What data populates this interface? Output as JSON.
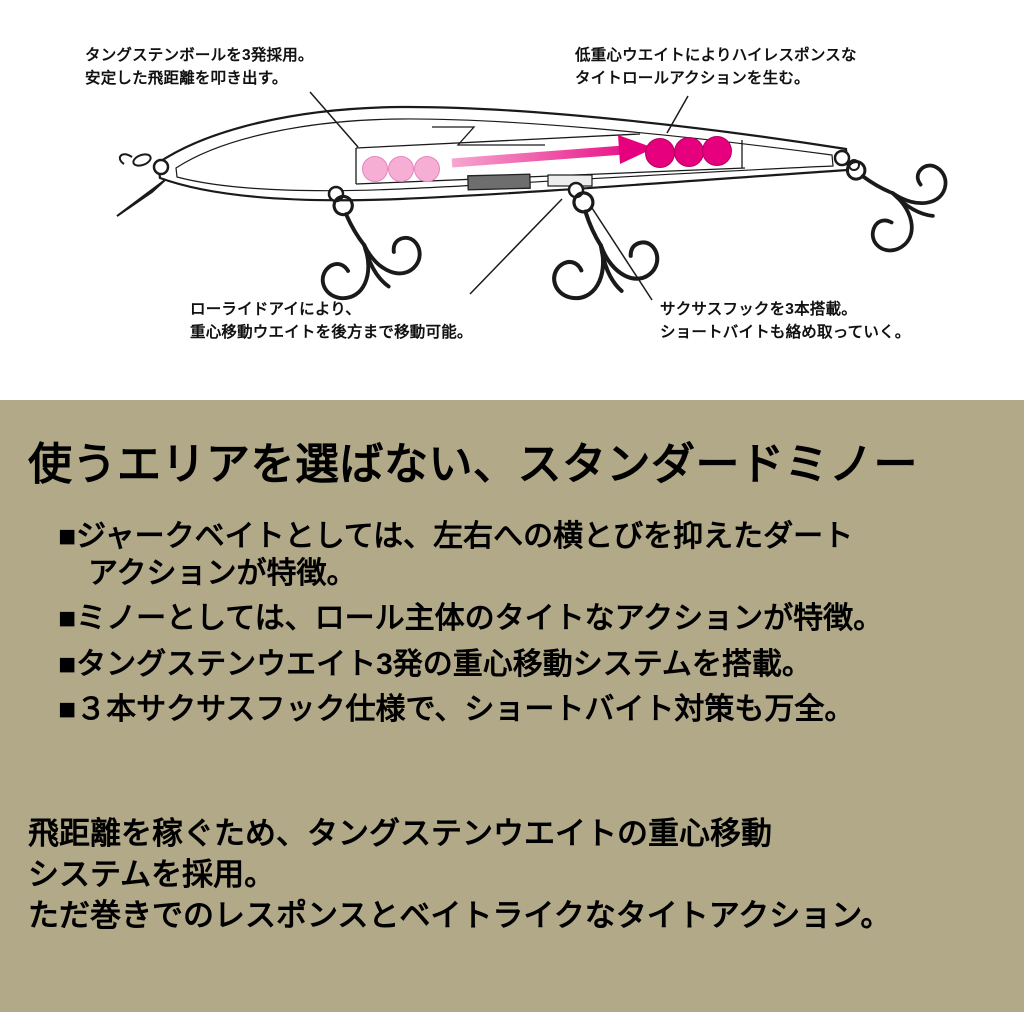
{
  "colors": {
    "background_top": "#ffffff",
    "background_bottom": "#b1a987",
    "ball_dark_pink": "#e6007e",
    "ball_light_pink": "#f6aed4",
    "arrow_pink_start": "#f7a8d0",
    "arrow_pink_end": "#e6007e",
    "text": "#000000"
  },
  "diagram": {
    "callouts": {
      "top_left": {
        "line1": "タングステンボールを3発採用。",
        "line2": "安定した飛距離を叩き出す。"
      },
      "top_right": {
        "line1": "低重心ウエイトによりハイレスポンスな",
        "line2": "タイトロールアクションを生む。"
      },
      "bottom_left": {
        "line1": "ローライドアイにより、",
        "line2": "重心移動ウエイトを後方まで移動可能。"
      },
      "bottom_right": {
        "line1": "サクサスフックを3本搭載。",
        "line2": "ショートバイトも絡め取っていく。"
      }
    }
  },
  "main": {
    "title": "使うエリアを選ばない、スタンダードミノー",
    "bullets": [
      "■ジャークベイトとしては、左右への横とびを抑えたダート\nアクションが特徴。",
      "■ミノーとしては、ロール主体のタイトなアクションが特徴。",
      "■タングステンウエイト3発の重心移動システムを搭載。",
      "■３本サクサスフック仕様で、ショートバイト対策も万全。"
    ],
    "paragraph": "飛距離を稼ぐため、タングステンウエイトの重心移動\nシステムを採用。\nただ巻きでのレスポンスとベイトライクなタイトアクション。"
  }
}
